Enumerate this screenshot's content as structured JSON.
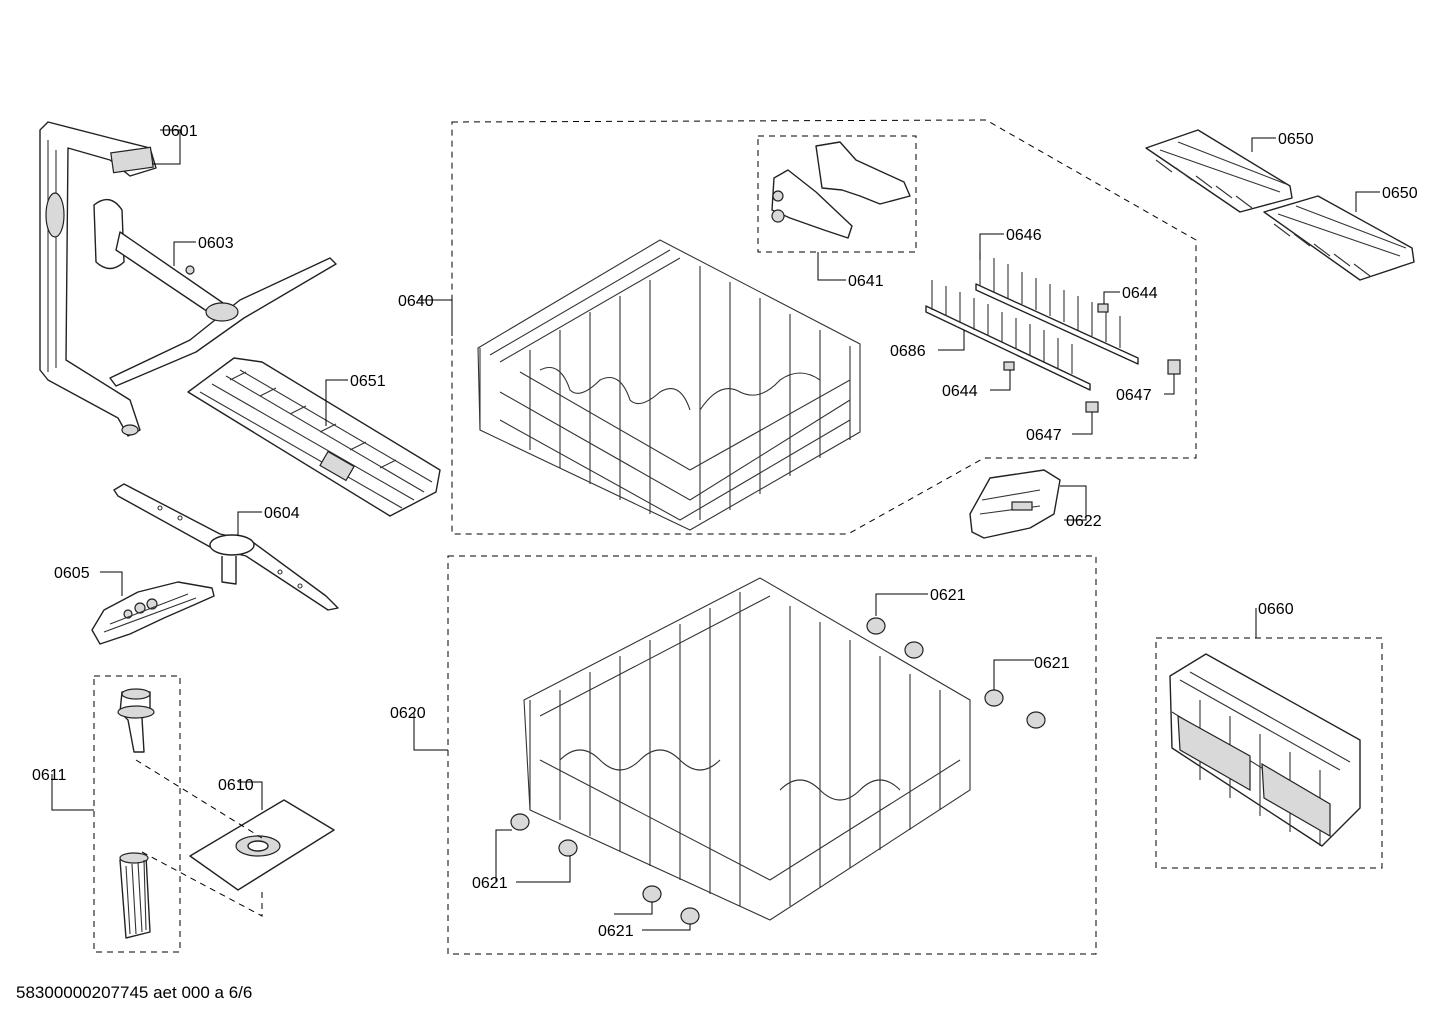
{
  "footer": {
    "document_code": "58300000207745 aet 000 a 6/6"
  },
  "labels": {
    "p0601": "0601",
    "p0603": "0603",
    "p0651": "0651",
    "p0604": "0604",
    "p0605": "0605",
    "p0611": "0611",
    "p0610": "0610",
    "p0640": "0640",
    "p0641": "0641",
    "p0646": "0646",
    "p0644a": "0644",
    "p0644b": "0644",
    "p0686": "0686",
    "p0647a": "0647",
    "p0647b": "0647",
    "p0622": "0622",
    "p0650a": "0650",
    "p0650b": "0650",
    "p0620": "0620",
    "p0621a": "0621",
    "p0621b": "0621",
    "p0621c": "0621",
    "p0621d": "0621",
    "p0660": "0660"
  }
}
